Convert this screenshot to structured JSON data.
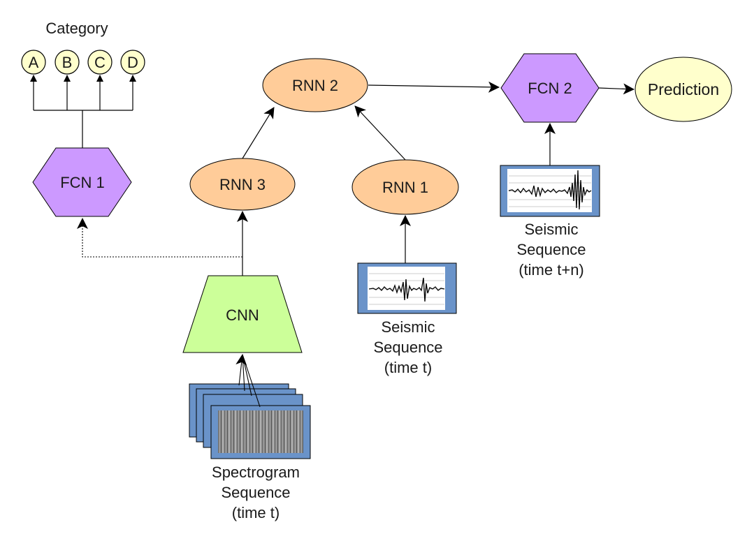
{
  "category": {
    "title": "Category",
    "classes": [
      "A",
      "B",
      "C",
      "D"
    ]
  },
  "nodes": {
    "fcn1": "FCN 1",
    "fcn2": "FCN 2",
    "rnn1": "RNN 1",
    "rnn2": "RNN 2",
    "rnn3": "RNN 3",
    "cnn": "CNN",
    "prediction": "Prediction"
  },
  "inputs": {
    "seismic_t": [
      "Seismic",
      "Sequence",
      "(time t)"
    ],
    "seismic_tn": [
      "Seismic",
      "Sequence",
      "(time t+n)"
    ],
    "spectrogram": [
      "Spectrogram",
      "Sequence",
      "(time t)"
    ]
  },
  "colors": {
    "hexagon": "#cc99ff",
    "rnn": "#ffcc99",
    "cnn": "#ccff99",
    "circle": "#ffffcc",
    "frame": "#6a93c9"
  }
}
